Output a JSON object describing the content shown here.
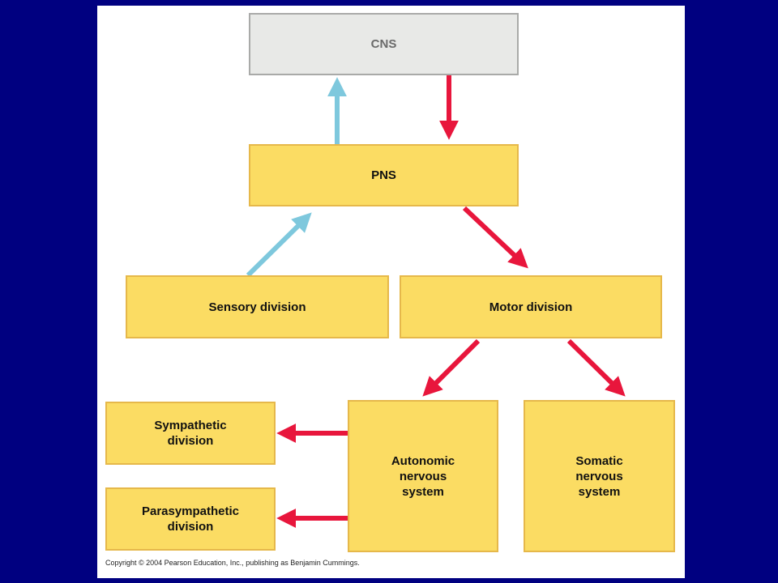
{
  "colors": {
    "background": "#000080",
    "panel": "#ffffff",
    "box_fill": "#fbdc63",
    "box_border": "#e6b84a",
    "cns_fill": "#e8e9e7",
    "cns_border": "#a9aaa8",
    "sensory_arrow": "#7ec8dd",
    "motor_arrow": "#e8163c"
  },
  "nodes": {
    "cns": "CNS",
    "pns": "PNS",
    "sensory": "Sensory division",
    "motor": "Motor  division",
    "sympathetic": "Sympathetic\ndivision",
    "parasympathetic": "Parasympathetic\ndivision",
    "autonomic": "Autonomic\nnervous\nsystem",
    "somatic": "Somatic\nnervous\nsystem"
  },
  "edges": [
    {
      "from": "pns",
      "to": "cns",
      "type": "sensory"
    },
    {
      "from": "cns",
      "to": "pns",
      "type": "motor"
    },
    {
      "from": "sensory",
      "to": "pns",
      "type": "sensory"
    },
    {
      "from": "pns",
      "to": "motor",
      "type": "motor"
    },
    {
      "from": "motor",
      "to": "autonomic",
      "type": "motor"
    },
    {
      "from": "motor",
      "to": "somatic",
      "type": "motor"
    },
    {
      "from": "autonomic",
      "to": "sympathetic",
      "type": "motor"
    },
    {
      "from": "autonomic",
      "to": "parasympathetic",
      "type": "motor"
    }
  ],
  "copyright": "Copyright © 2004 Pearson Education, Inc., publishing as Benjamin Cummings."
}
